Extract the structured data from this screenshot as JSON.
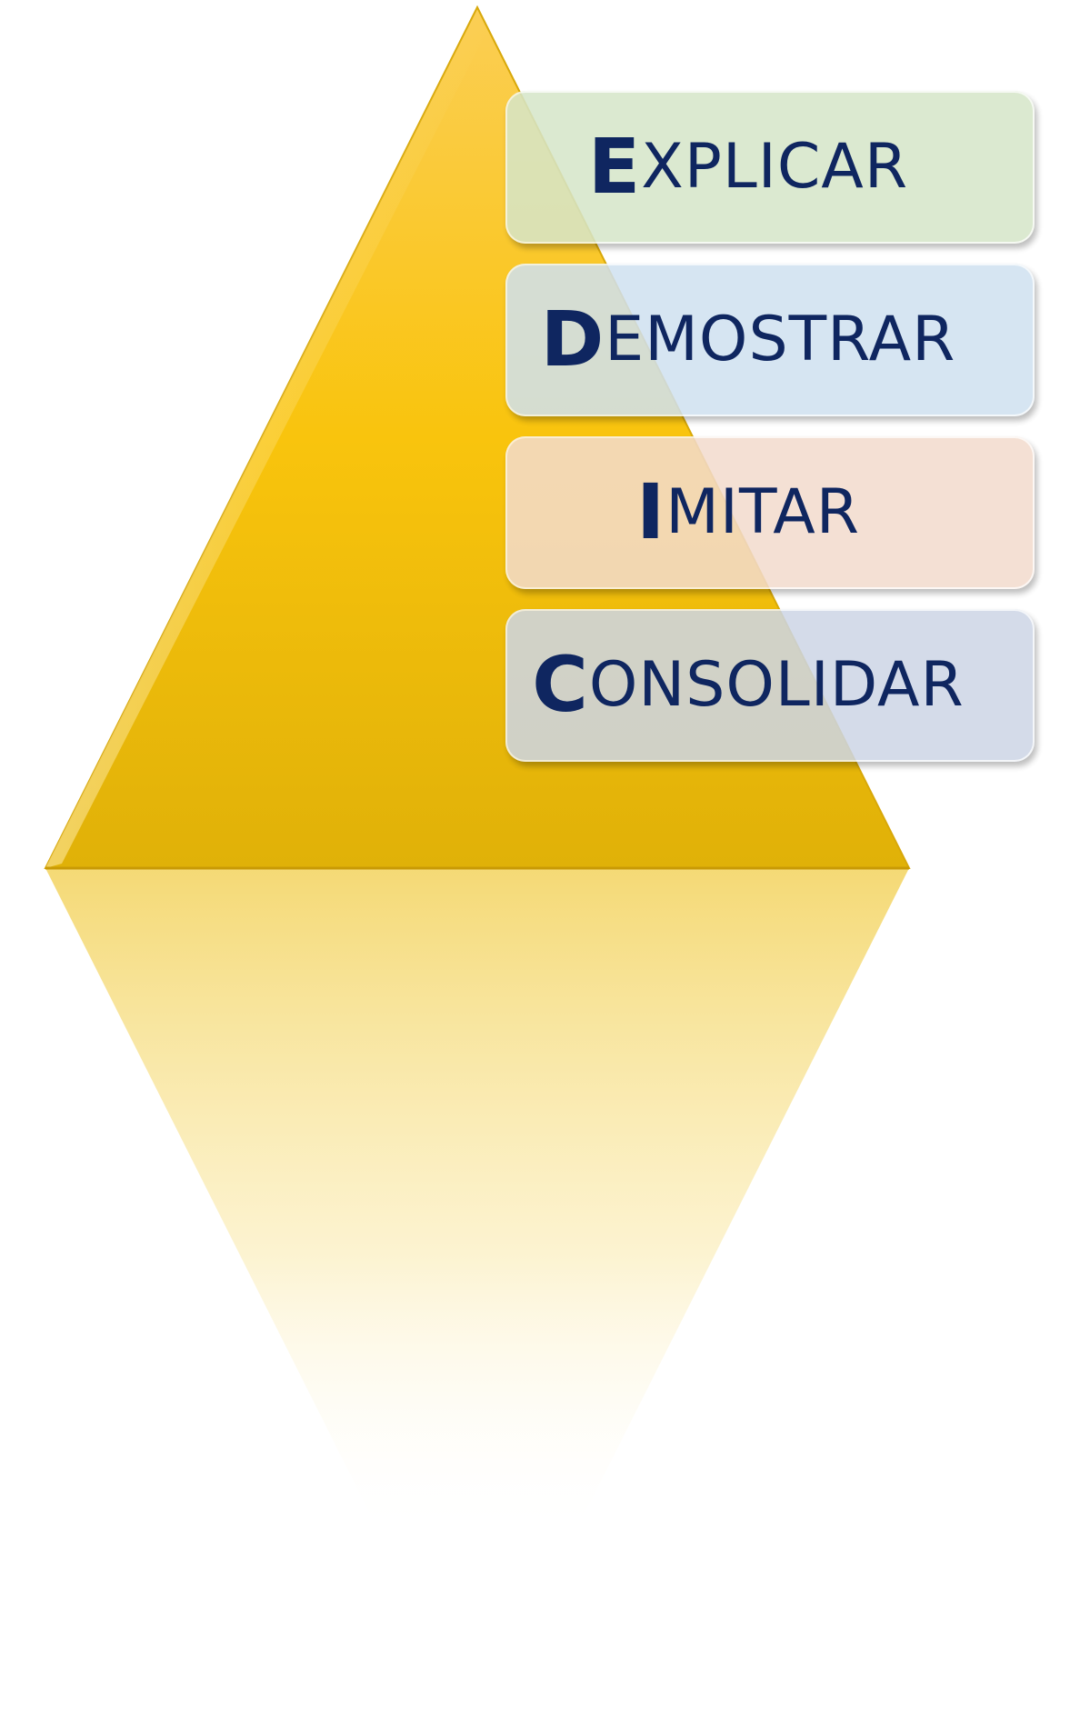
{
  "diagram": {
    "type": "pyramid",
    "levels": [
      {
        "initial": "E",
        "rest": "XPLICAR",
        "fill": "#d6e6c9"
      },
      {
        "initial": "D",
        "rest": "EMOSTRAR",
        "fill": "#d0e1f0"
      },
      {
        "initial": "I",
        "rest": "MITAR",
        "fill": "#f3dccd"
      },
      {
        "initial": "C",
        "rest": "ONSOLIDAR",
        "fill": "#cdd6e6"
      }
    ],
    "colors": {
      "pyramid_top": "#fbce54",
      "pyramid_mid": "#f9c40d",
      "pyramid_bottom": "#e0b108",
      "text": "#0f2660"
    }
  }
}
